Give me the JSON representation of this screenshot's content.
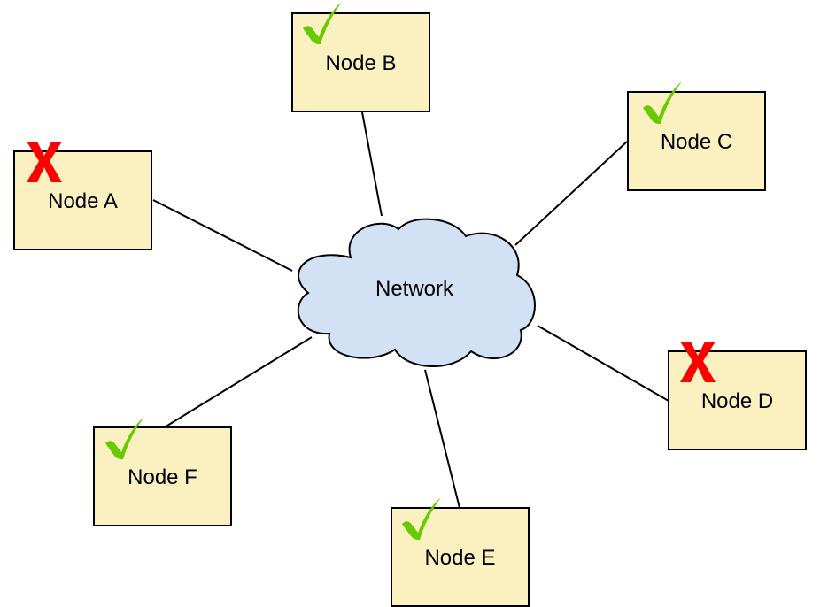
{
  "network": {
    "label": "Network",
    "fill": "#d3e1f4",
    "stroke": "#000000"
  },
  "nodes": [
    {
      "id": "a",
      "label": "Node A",
      "status": "fail",
      "status_icon": "red-x-icon"
    },
    {
      "id": "b",
      "label": "Node B",
      "status": "ok",
      "status_icon": "green-check-icon"
    },
    {
      "id": "c",
      "label": "Node C",
      "status": "ok",
      "status_icon": "green-check-icon"
    },
    {
      "id": "d",
      "label": "Node D",
      "status": "fail",
      "status_icon": "red-x-icon"
    },
    {
      "id": "e",
      "label": "Node E",
      "status": "ok",
      "status_icon": "green-check-icon"
    },
    {
      "id": "f",
      "label": "Node F",
      "status": "ok",
      "status_icon": "green-check-icon"
    }
  ],
  "colors": {
    "node_fill": "#fbf0c0",
    "node_border": "#000000",
    "ok": "#66cc00",
    "fail": "#ff0000",
    "link": "#000000"
  }
}
